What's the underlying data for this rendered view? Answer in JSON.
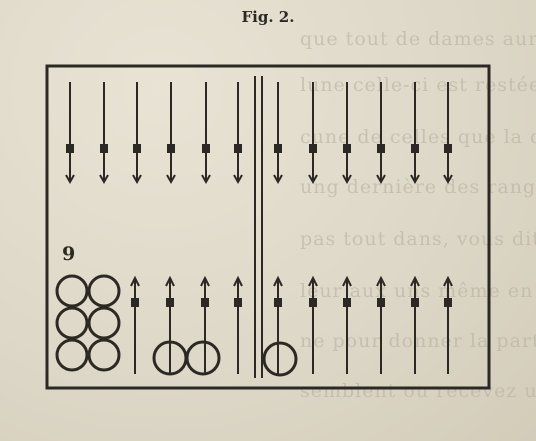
{
  "figure": {
    "caption": "Fig. 2.",
    "point_label": "9"
  },
  "bleed_through": [
    "que tout de dames aur les relations; l'aq",
    "lune celle-ci est restée de la vau",
    "cune de celles que la dame lance c'est le b",
    "ung dernière des rangs pour l'avance a",
    "pas tout dans, vous dites coin atteint",
    "leur aux uns même en encore autre Plus",
    "ne pour donner la partie de chaque place",
    "semblent ou recevez une dame sur"
  ],
  "colors": {
    "ink": "#2c2823",
    "paper": "#dcd6c6"
  }
}
